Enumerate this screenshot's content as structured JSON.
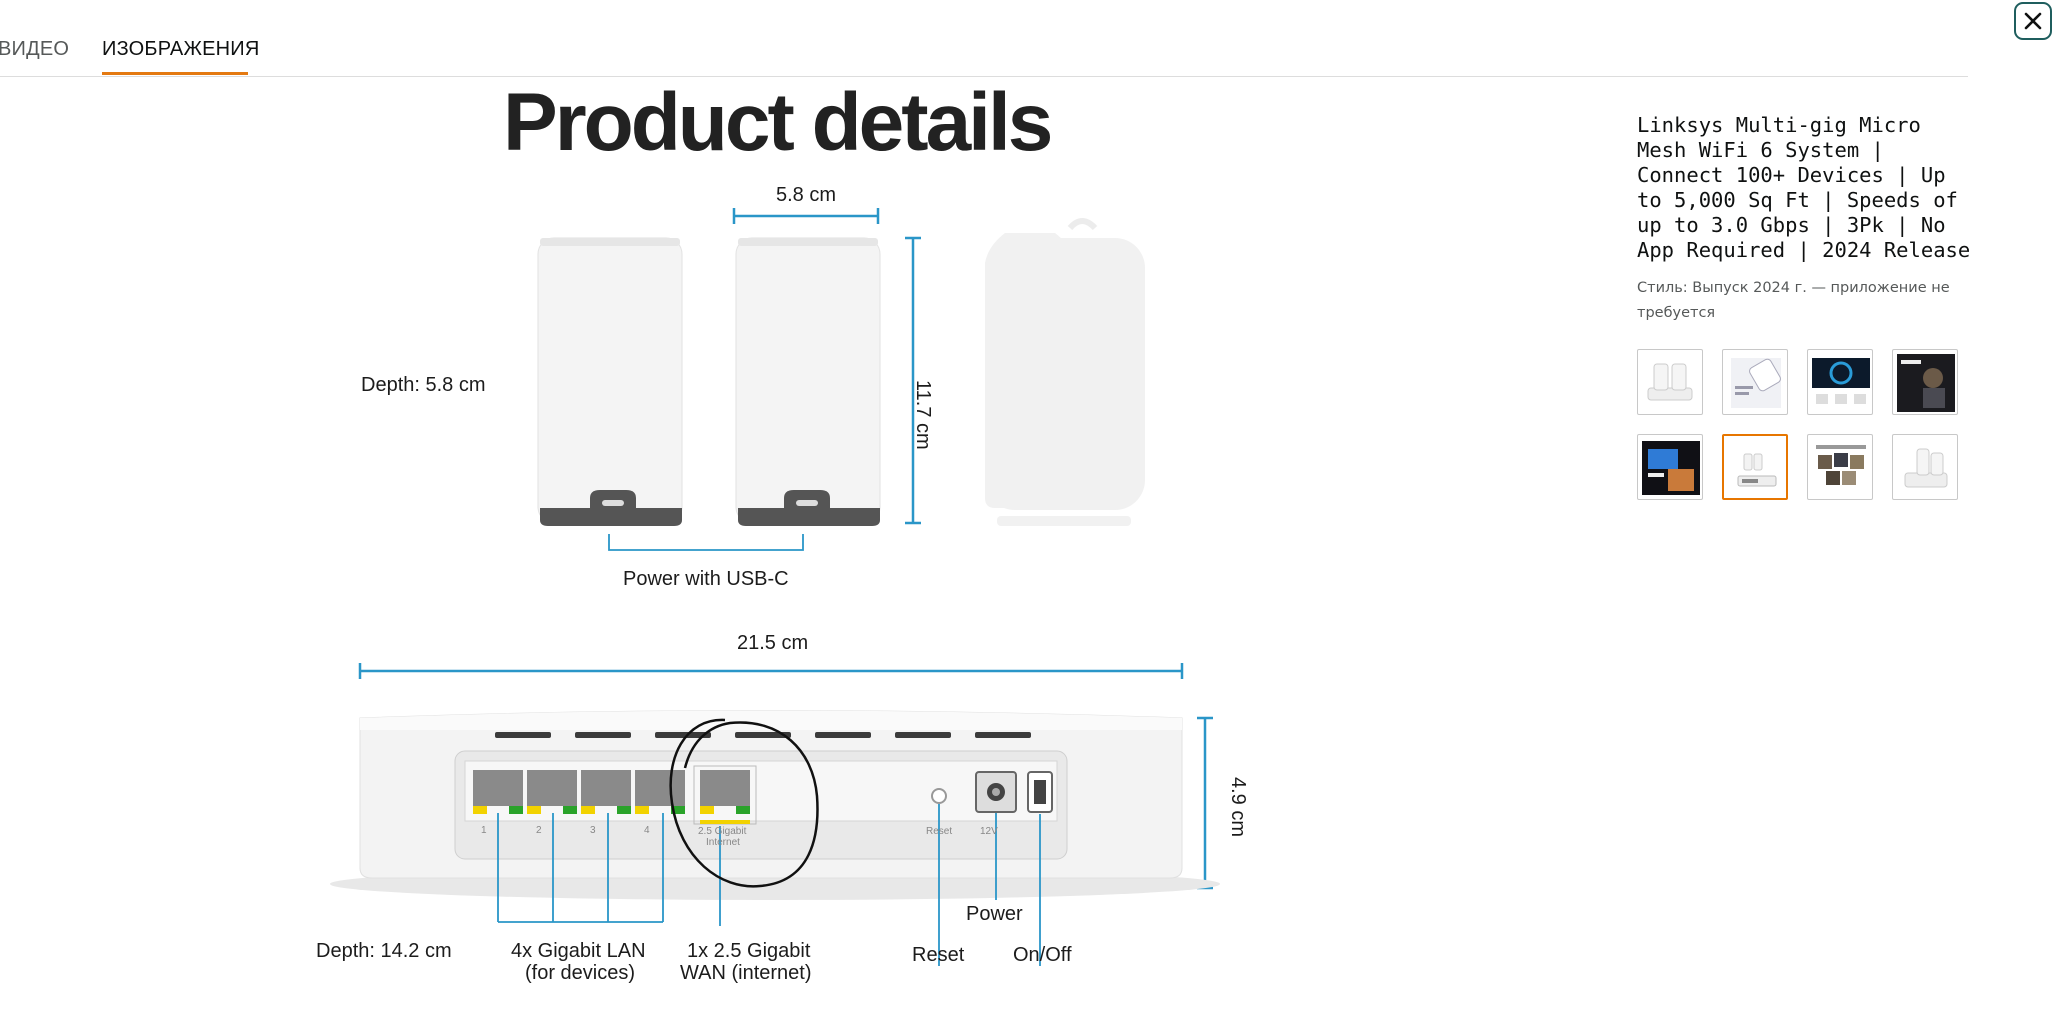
{
  "tabs": [
    {
      "label": "ВИДЕО",
      "active": false
    },
    {
      "label": "ИЗОБРАЖЕНИЯ",
      "active": true
    }
  ],
  "close_icon": "close-icon",
  "colors": {
    "accent": "#e47911",
    "dimension_line": "#2a96c8",
    "close_border": "#1f5e5e"
  },
  "main_image": {
    "headline": "Product details",
    "width_label": "5.8 cm",
    "height_label": "11.7 cm",
    "depth_top": "Depth: 5.8 cm",
    "power_usbc": "Power with USB-C",
    "width_bottom": "21.5 cm",
    "height_bottom": "4.9 cm",
    "depth_bottom": "Depth: 14.2 cm",
    "lan_label_1": "4x Gigabit LAN",
    "lan_label_2": "(for devices)",
    "wan_label_1": "1x 2.5 Gigabit",
    "wan_label_2": "WAN (internet)",
    "reset_label": "Reset",
    "power_label": "Power",
    "onoff_label": "On/Off",
    "port_1": "1",
    "port_2": "2",
    "port_3": "3",
    "port_4": "4",
    "port_wan_1": "2.5 Gigabit",
    "port_wan_2": "Internet",
    "port_reset": "Reset",
    "port_12v": "12V"
  },
  "product": {
    "title": "Linksys Multi-gig Micro Mesh WiFi 6 System | Connect 100+ Devices | Up to 5,000 Sq Ft | Speeds of up to 3.0 Gbps | 3Pk | No App Required | 2024 Release",
    "style": "Стиль: Выпуск 2024 г. — приложение не требуется"
  },
  "thumbnails": [
    {
      "name": "thumb-1",
      "selected": false
    },
    {
      "name": "thumb-2",
      "selected": false
    },
    {
      "name": "thumb-3",
      "selected": false
    },
    {
      "name": "thumb-4",
      "selected": false
    },
    {
      "name": "thumb-5",
      "selected": false
    },
    {
      "name": "thumb-6",
      "selected": true,
      "caption": "Product details"
    },
    {
      "name": "thumb-7",
      "selected": false
    },
    {
      "name": "thumb-8",
      "selected": false
    }
  ]
}
